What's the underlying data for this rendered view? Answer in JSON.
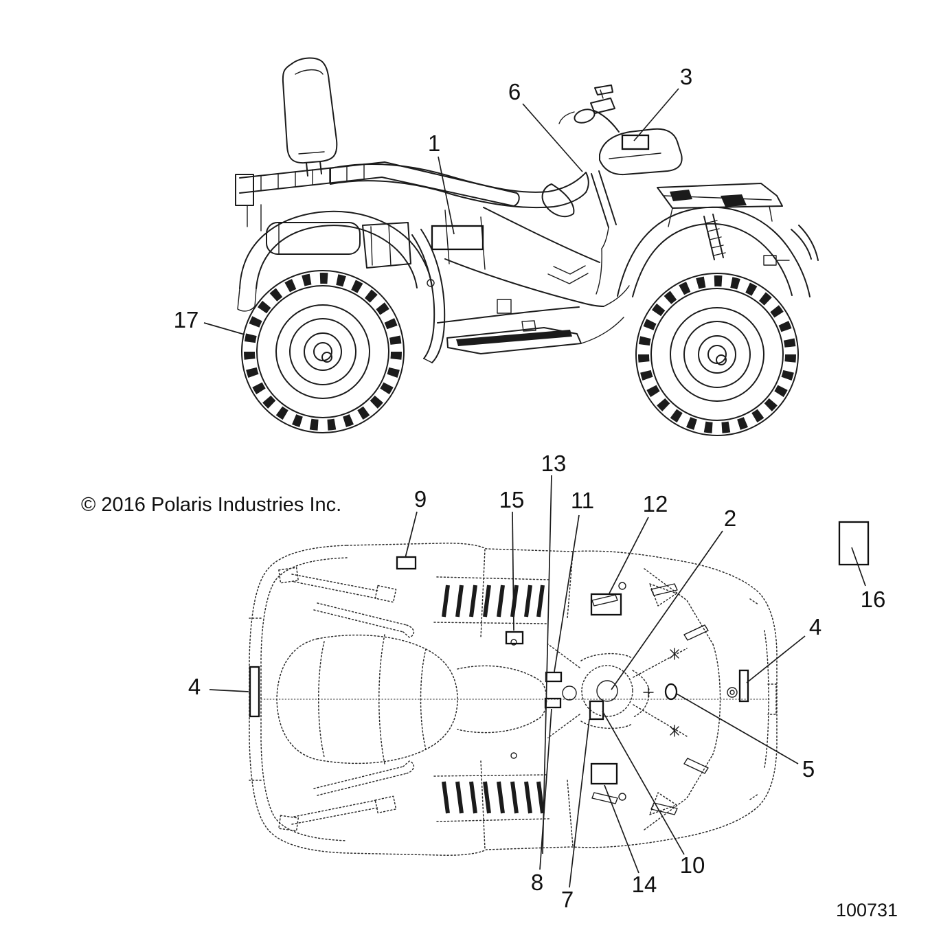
{
  "colors": {
    "background": "#ffffff",
    "line": "#1b1b1b",
    "text": "#101010"
  },
  "copyright": "© 2016 Polaris Industries Inc.",
  "figure_id": "100731",
  "side_view": {
    "callouts": [
      {
        "label": "1"
      },
      {
        "label": "3"
      },
      {
        "label": "6"
      },
      {
        "label": "17"
      }
    ]
  },
  "top_view": {
    "callouts": [
      {
        "label": "13"
      },
      {
        "label": "9"
      },
      {
        "label": "15"
      },
      {
        "label": "11"
      },
      {
        "label": "12"
      },
      {
        "label": "2"
      },
      {
        "label": "16"
      },
      {
        "label": "4"
      },
      {
        "label": "4"
      },
      {
        "label": "5"
      },
      {
        "label": "10"
      },
      {
        "label": "14"
      },
      {
        "label": "7"
      },
      {
        "label": "8"
      }
    ]
  }
}
